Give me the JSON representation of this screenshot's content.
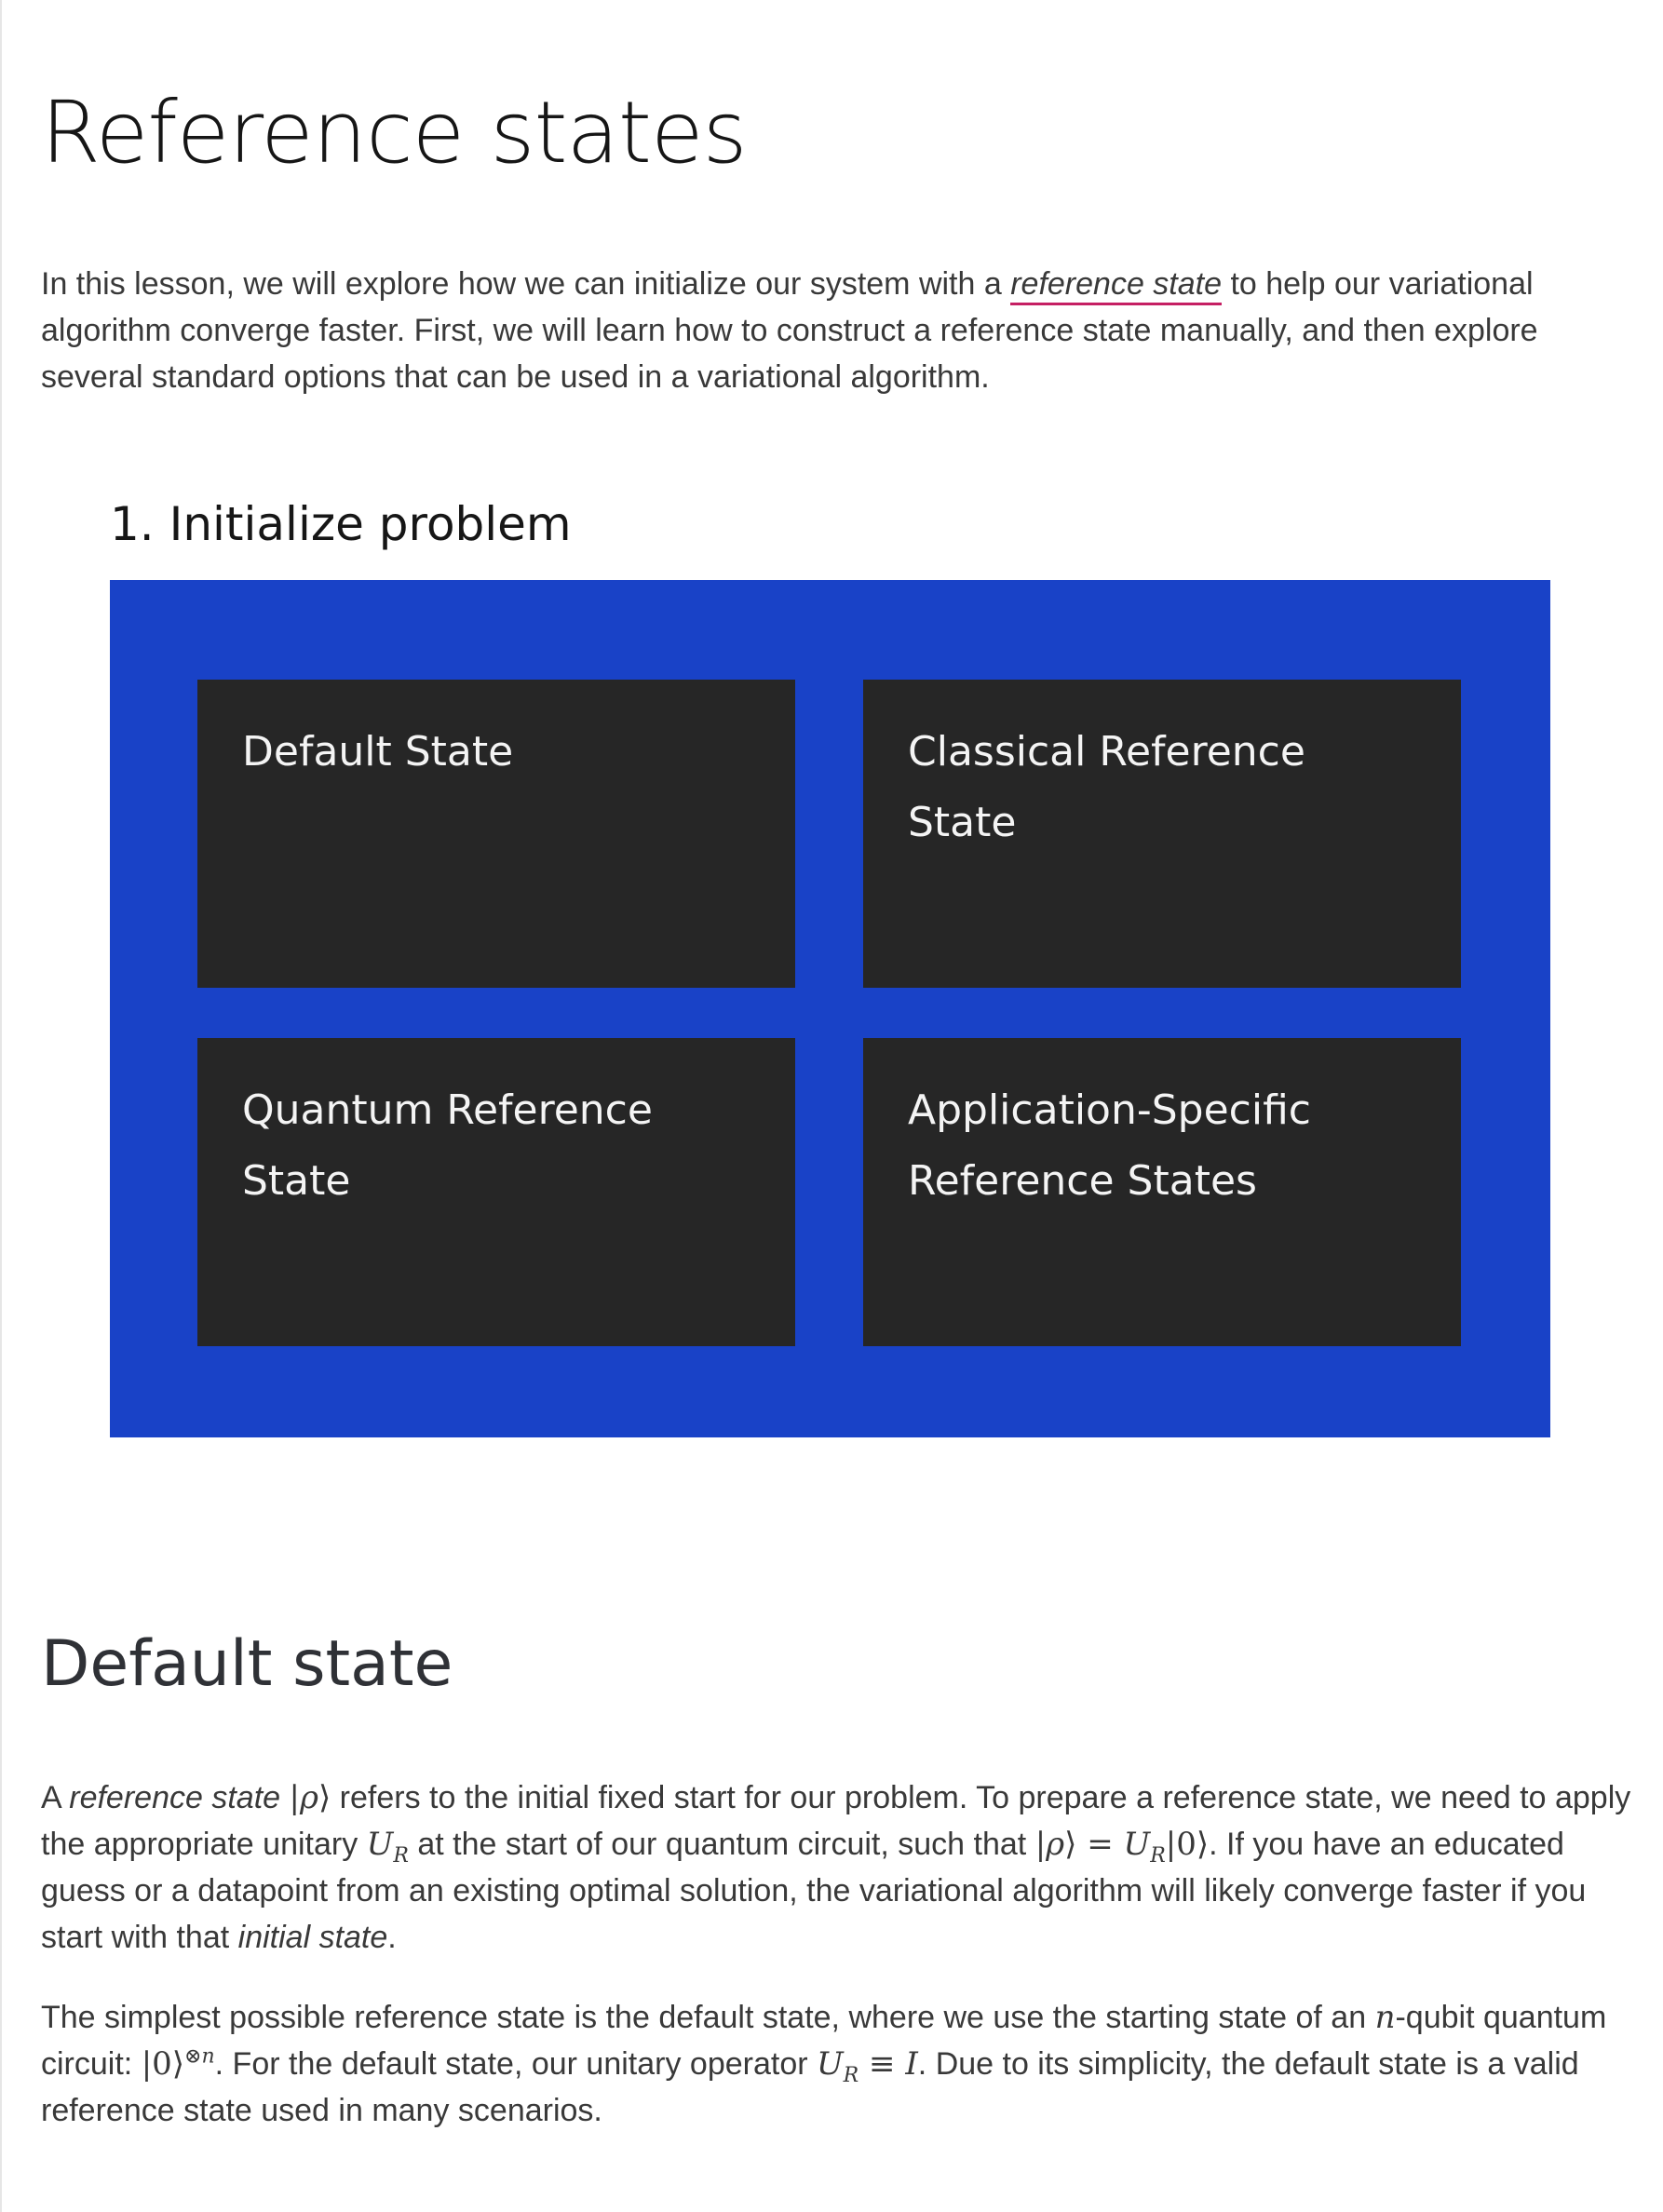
{
  "page": {
    "title": "Reference states",
    "intro": {
      "before": "In this lesson, we will explore how we can initialize our system with a ",
      "link": "reference state",
      "after": " to help our variational algorithm converge faster. First, we will learn how to construct a reference state manually, and then explore several standard options that can be used in a variational algorithm."
    },
    "step_title": "1. Initialize problem",
    "cards": [
      "Default State",
      "Classical Reference State",
      "Quantum Reference State",
      "Application-Specific Reference States"
    ],
    "section": {
      "heading": "Default state",
      "p1": {
        "a": "A ",
        "b": "reference state",
        "c": " refers to the initial fixed start for our problem. To prepare a reference state, we need to apply the appropriate unitary ",
        "d": " at the start of our quantum circuit, such that ",
        "e": ". If you have an educated guess or a datapoint from an existing optimal solution, the variational algorithm will likely converge faster if you start with that ",
        "f": "initial state",
        "g": "."
      },
      "p2": {
        "a": "The simplest possible reference state is the default state, where we use the starting state of an ",
        "b": "-qubit quantum circuit: ",
        "c": ". For the default state, our unitary operator ",
        "d": ". Due to its simplicity, the default state is a valid reference state used in many scenarios."
      }
    },
    "colors": {
      "panel": "#1942c7",
      "card": "#262626",
      "link_underline": "#c51f63"
    }
  }
}
